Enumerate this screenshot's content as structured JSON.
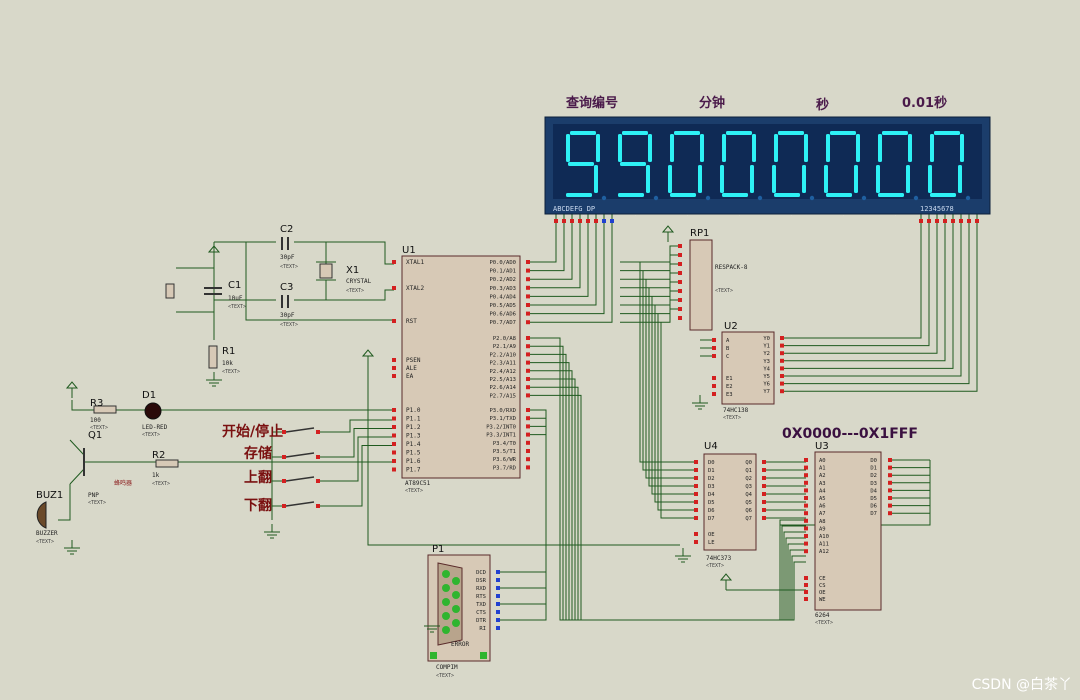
{
  "display": {
    "headers": [
      "查询编号",
      "分钟",
      "秒",
      "0.01秒"
    ],
    "digits": [
      "9",
      "9",
      "0",
      "0",
      "0",
      "0",
      "0",
      "0"
    ],
    "bottom_left_label": "ABCDEFG DP",
    "bottom_right_label": "12345678"
  },
  "buttons": {
    "start_stop": "开始/停止",
    "store": "存储",
    "up": "上翻",
    "down": "下翻"
  },
  "memory_range": "0X0000---0X1FFF",
  "components": {
    "u1": "U1",
    "u1_part": "AT89C51",
    "u2": "U2",
    "u2_part": "74HC138",
    "u3": "U3",
    "u3_part": "6264",
    "u4": "U4",
    "u4_part": "74HC373",
    "rp1": "RP1",
    "rp1_part": "RESPACK-8",
    "p1": "P1",
    "p1_part": "COMPIM",
    "p1_sub": "ERROR",
    "x1": "X1",
    "x1_part": "CRYSTAL",
    "c1": "C1",
    "c1_val": "10uF",
    "c2": "C2",
    "c2_val": "30pF",
    "c3": "C3",
    "c3_val": "30pF",
    "r1": "R1",
    "r1_val": "10k",
    "r2": "R2",
    "r2_val": "1k",
    "r3": "R3",
    "r3_val": "100",
    "d1": "D1",
    "d1_part": "LED-RED",
    "q1": "Q1",
    "q1_part": "PNP",
    "buz1": "BUZ1",
    "buz1_part": "BUZZER",
    "tag": "<TEXT>",
    "alarm": "蜂鸣器"
  },
  "u1_pins": {
    "left_top": [
      "XTAL1",
      "XTAL2",
      "RST"
    ],
    "left_mid": [
      "PSEN",
      "ALE",
      "EA"
    ],
    "left_bottom": [
      "P1.0",
      "P1.1",
      "P1.2",
      "P1.3",
      "P1.4",
      "P1.5",
      "P1.6",
      "P1.7"
    ],
    "right_p0": [
      "P0.0/AD0",
      "P0.1/AD1",
      "P0.2/AD2",
      "P0.3/AD3",
      "P0.4/AD4",
      "P0.5/AD5",
      "P0.6/AD6",
      "P0.7/AD7"
    ],
    "right_p2": [
      "P2.0/A8",
      "P2.1/A9",
      "P2.2/A10",
      "P2.3/A11",
      "P2.4/A12",
      "P2.5/A13",
      "P2.6/A14",
      "P2.7/A15"
    ],
    "right_p3": [
      "P3.0/RXD",
      "P3.1/TXD",
      "P3.2/INT0",
      "P3.3/INT1",
      "P3.4/T0",
      "P3.5/T1",
      "P3.6/WR",
      "P3.7/RD"
    ]
  },
  "u2_pins": {
    "left": [
      "A",
      "B",
      "C",
      "E1",
      "E2",
      "E3"
    ],
    "right": [
      "Y0",
      "Y1",
      "Y2",
      "Y3",
      "Y4",
      "Y5",
      "Y6",
      "Y7"
    ]
  },
  "u4_pins": {
    "left": [
      "D0",
      "D1",
      "D2",
      "D3",
      "D4",
      "D5",
      "D6",
      "D7",
      "OE",
      "LE"
    ],
    "right": [
      "Q0",
      "Q1",
      "Q2",
      "Q3",
      "Q4",
      "Q5",
      "Q6",
      "Q7"
    ]
  },
  "u3_pins": {
    "left": [
      "A0",
      "A1",
      "A2",
      "A3",
      "A4",
      "A5",
      "A6",
      "A7",
      "A8",
      "A9",
      "A10",
      "A11",
      "A12",
      "CE",
      "CS",
      "OE",
      "WE"
    ],
    "right": [
      "D0",
      "D1",
      "D2",
      "D3",
      "D4",
      "D5",
      "D6",
      "D7"
    ]
  },
  "p1_pins": [
    "DCD",
    "DSR",
    "RXD",
    "RTS",
    "TXD",
    "CTS",
    "DTR",
    "RI"
  ],
  "watermark": "CSDN @白茶丫"
}
